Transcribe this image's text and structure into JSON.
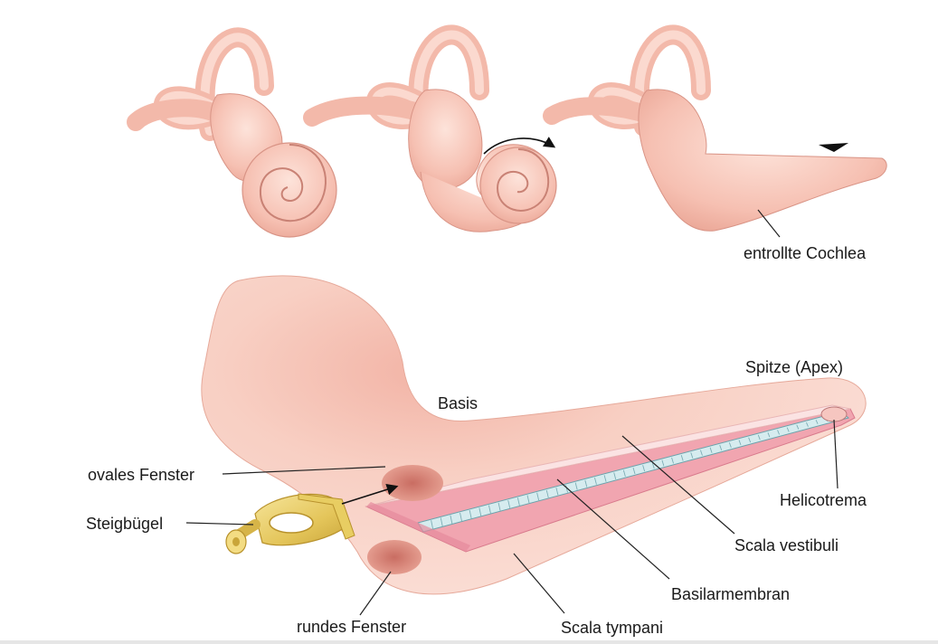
{
  "labels": {
    "unrolled_cochlea": "entrollte Cochlea",
    "apex": "Spitze (Apex)",
    "base": "Basis",
    "oval_window": "ovales Fenster",
    "stapes": "Steigbügel",
    "helicotrema": "Helicotrema",
    "scala_vestibuli": "Scala vestibuli",
    "basilar_membrane": "Basilarmembran",
    "round_window": "rundes Fenster",
    "scala_tympani": "Scala tympani"
  },
  "colors": {
    "tissue": "#f6c3b5",
    "tissue_dark": "#e69e8f",
    "tissue_light": "#fde1d8",
    "membrane_blue": "#cfe6ea",
    "membrane_pink": "#e58a9c",
    "stapes_gold": "#e9cf6a",
    "window_red": "#d98579",
    "text": "#1a1a1a"
  }
}
